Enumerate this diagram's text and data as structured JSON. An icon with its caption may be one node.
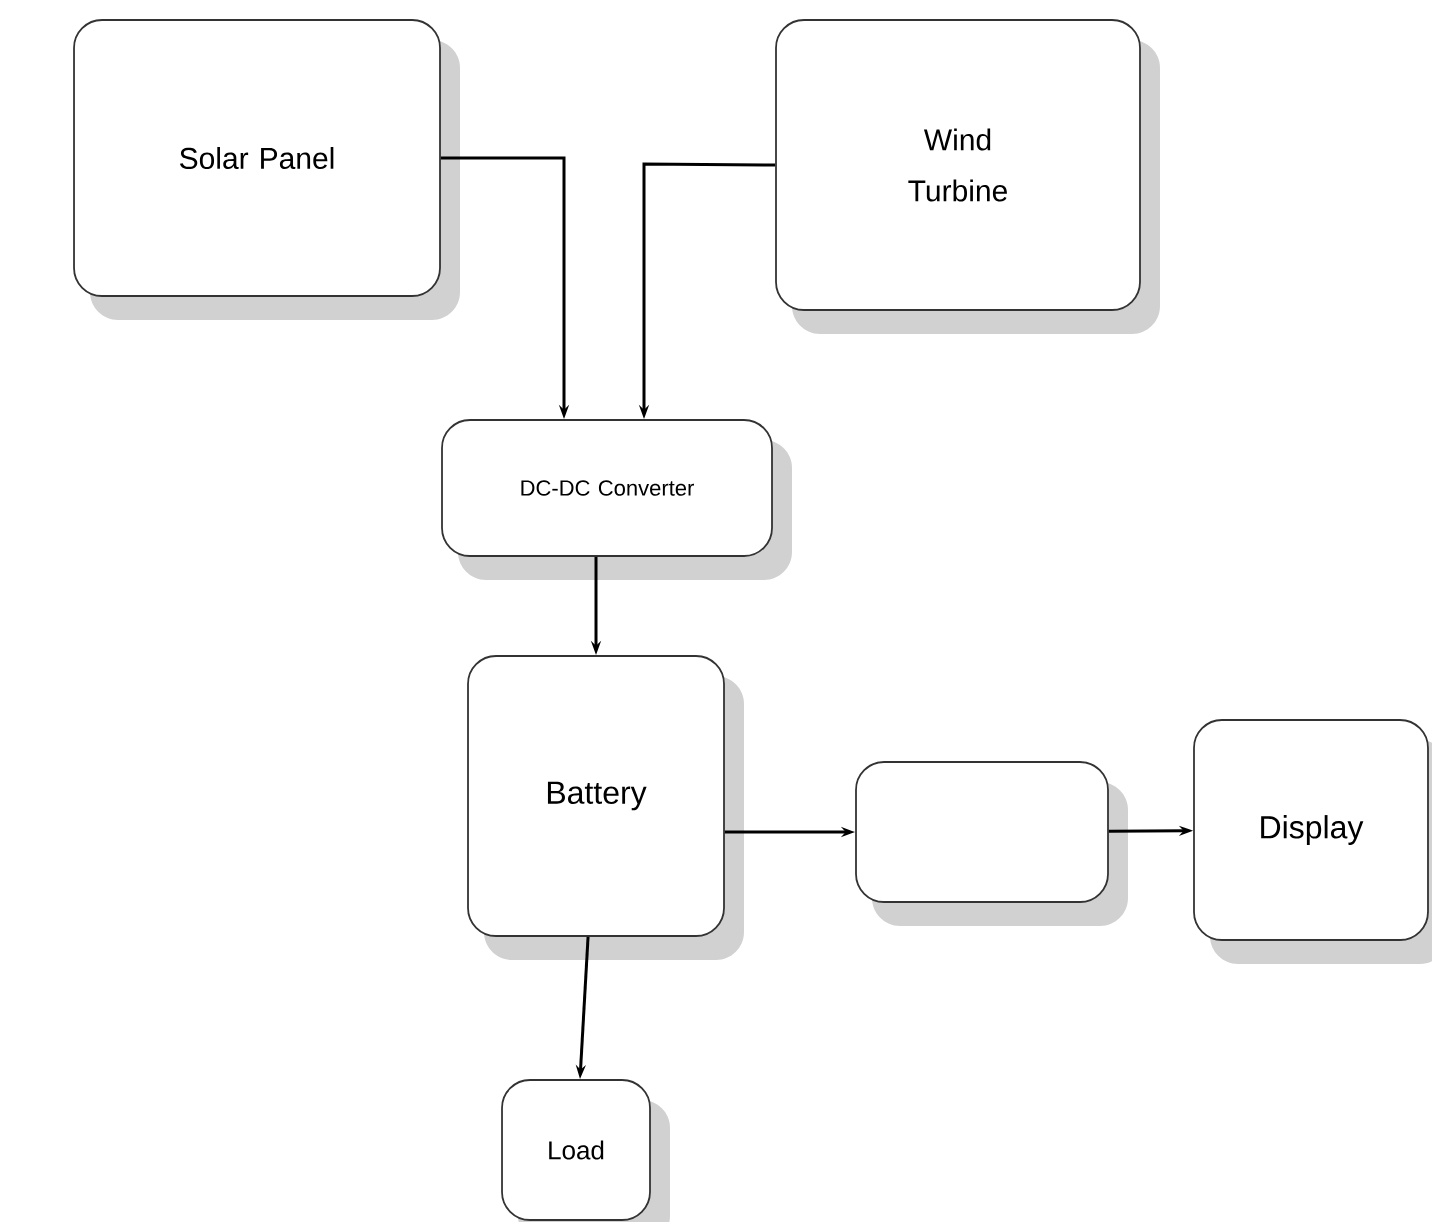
{
  "diagram": {
    "nodes": [
      {
        "text": [
          "Solar Panel"
        ]
      },
      {
        "text": [
          "Wind Turbine"
        ]
      },
      {
        "text": [
          "DC-DC Converter"
        ]
      },
      {
        "text": [
          "Battery"
        ]
      },
      {
        "text": [],
        "shape": "box"
      },
      {
        "text": [
          "Display"
        ]
      },
      {
        "text": [
          "Load"
        ]
      }
    ],
    "edges": [
      {
        "from": 0,
        "to": 2,
        "arrow": "to"
      },
      {
        "from": 1,
        "to": 2,
        "arrow": "to"
      },
      {
        "from": 2,
        "to": 3,
        "arrow": "to"
      },
      {
        "from": 3,
        "to": 4,
        "arrow": "to"
      },
      {
        "from": 4,
        "to": 5,
        "arrow": "to"
      },
      {
        "from": 3,
        "to": 6,
        "arrow": "to"
      }
    ]
  }
}
